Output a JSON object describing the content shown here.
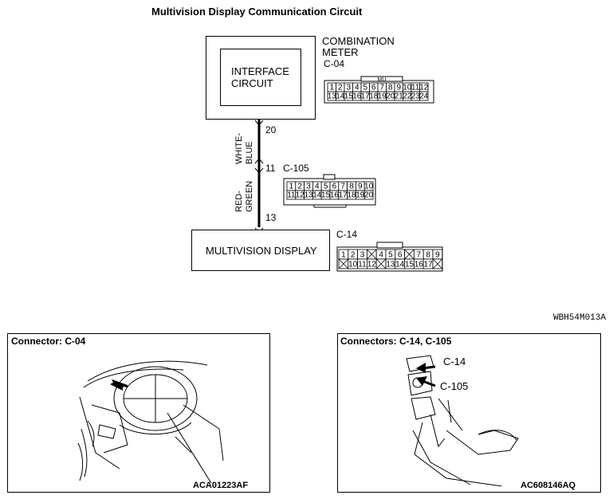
{
  "title": "Multivision Display Communication Circuit",
  "combination_meter": {
    "name_line1": "COMBINATION",
    "name_line2": "METER",
    "connector": "C-04",
    "inner_line1": "INTERFACE",
    "inner_line2": "CIRCUIT",
    "pins_top": [
      "1",
      "2",
      "3",
      "4",
      "5",
      "6",
      "7",
      "8",
      "9",
      "10",
      "11",
      "12"
    ],
    "pins_bottom": [
      "13",
      "14",
      "15",
      "16",
      "17",
      "18",
      "19",
      "20",
      "21",
      "22",
      "23",
      "24"
    ],
    "tab_label": "MU"
  },
  "wire": {
    "pin_meter": "20",
    "pin_mid": "11",
    "pin_display": "13",
    "color_upper_1": "WHITE-",
    "color_upper_2": "BLUE",
    "color_lower_1": "RED-",
    "color_lower_2": "GREEN"
  },
  "junction_connector": {
    "name": "C-105",
    "pins_top": [
      "1",
      "2",
      "3",
      "4",
      "5",
      "6",
      "7",
      "8",
      "9",
      "10"
    ],
    "pins_bottom": [
      "11",
      "12",
      "13",
      "14",
      "15",
      "16",
      "17",
      "18",
      "19",
      "20"
    ]
  },
  "display": {
    "name": "MULTIVISION DISPLAY",
    "connector": "C-14",
    "pins_top": [
      "1",
      "2",
      "3",
      "",
      "4",
      "5",
      "6",
      "",
      "7",
      "8",
      "9"
    ],
    "pins_bottom": [
      "",
      "10",
      "11",
      "12",
      "",
      "13",
      "14",
      "15",
      "16",
      "17",
      ""
    ]
  },
  "diagram_code": "WBH54M013A",
  "panel_left": {
    "title": "Connector: C-04",
    "code": "ACA01223AF"
  },
  "panel_right": {
    "title": "Connectors: C-14, C-105",
    "callout_1": "C-14",
    "callout_2": "C-105",
    "code": "AC608146AQ"
  }
}
